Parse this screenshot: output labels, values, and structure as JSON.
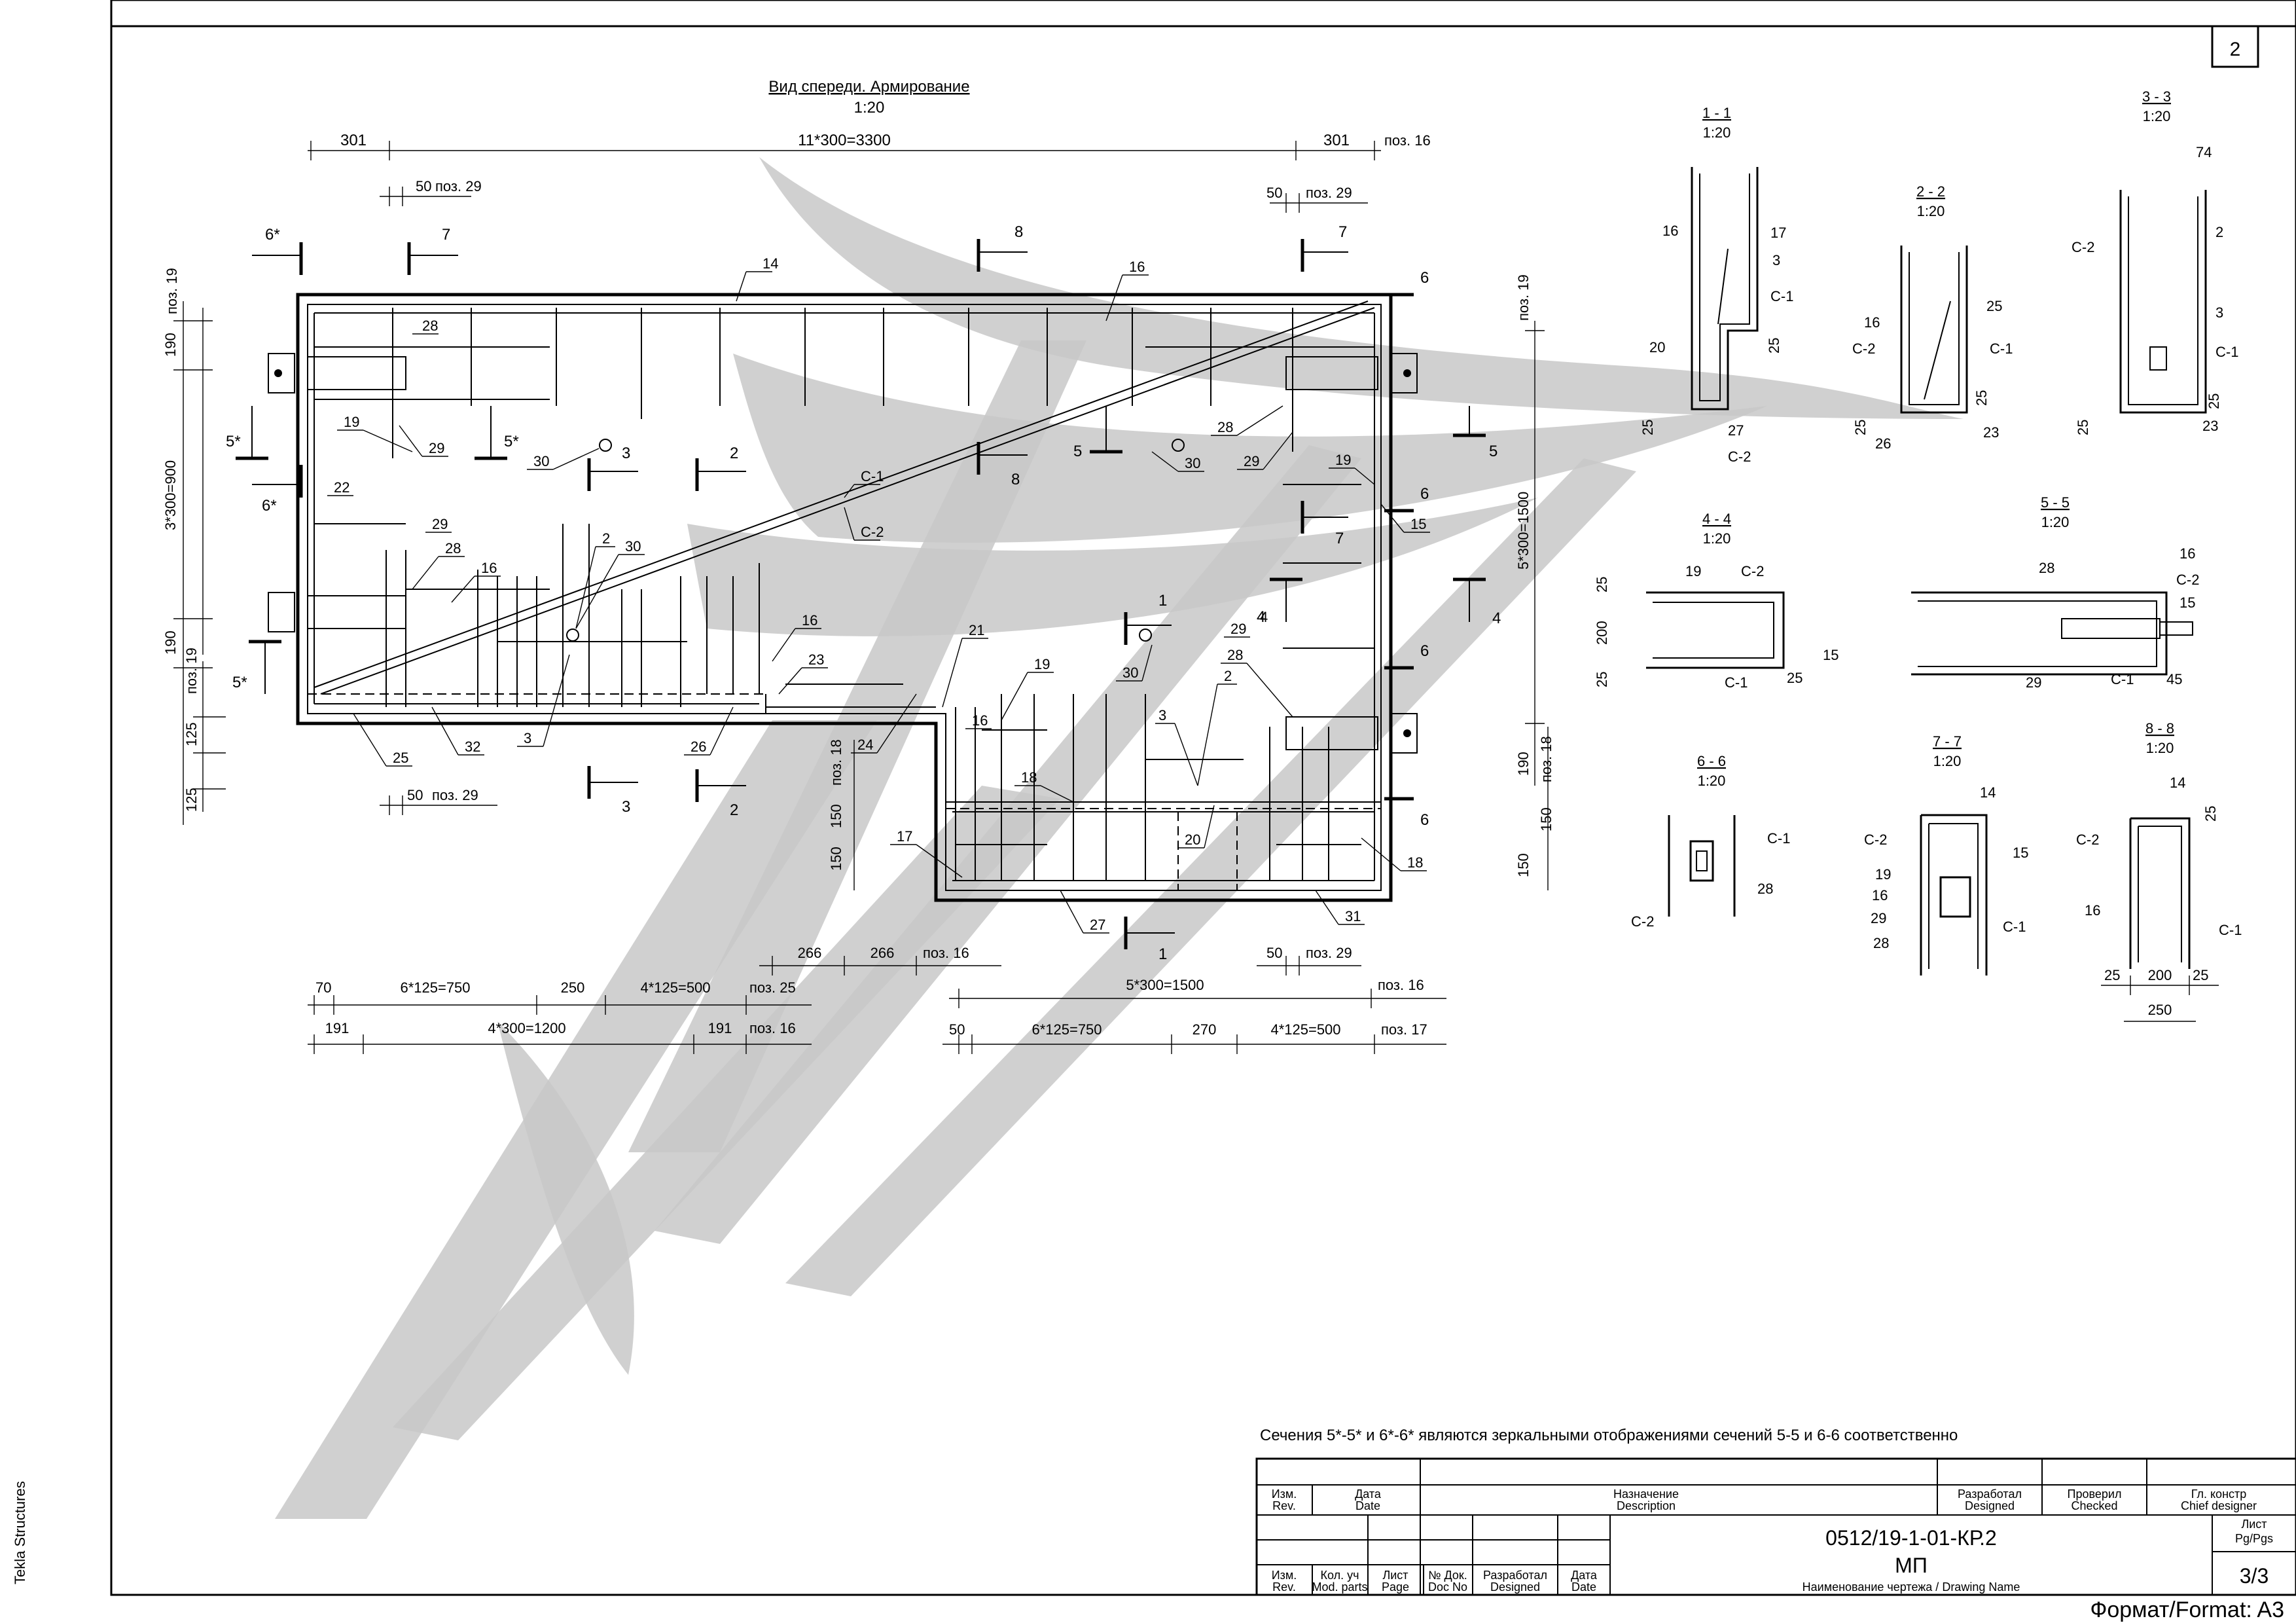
{
  "sheet": {
    "vendor_label": "Tekla Structures",
    "page_number": "2",
    "format_label": "Формат/Format: A3",
    "note": "Сечения 5*-5* и 6*-6* являются зеркальными отображениями сечений 5-5 и 6-6 соответственно"
  },
  "front_view": {
    "title": "Вид спереди. Армирование",
    "scale": "1:20",
    "dim_top": [
      "301",
      "11*300=3300",
      "301",
      "поз. 16"
    ],
    "dim_top2_left": [
      "50",
      "поз. 29"
    ],
    "dim_top2_right": [
      "50",
      "поз. 29"
    ],
    "dim_left": [
      "поз. 19",
      "190",
      "3*300=900",
      "190",
      "поз. 19",
      "125",
      "125"
    ],
    "dim_right": [
      "поз. 19",
      "5*300=1500",
      "190",
      "поз. 18",
      "150",
      "150"
    ],
    "dim_mid_right": [
      "поз. 18",
      "150",
      "150"
    ],
    "dim_bottom_mid": [
      "50",
      "поз. 29"
    ],
    "dim_bottom_left_row1": [
      "70",
      "6*125=750",
      "250",
      "4*125=500",
      "поз. 25"
    ],
    "dim_bottom_left_row2": [
      "191",
      "4*300=1200",
      "191",
      "поз. 16"
    ],
    "dim_bottom_right_row0": [
      "266",
      "266",
      "поз. 16",
      "50",
      "поз. 29"
    ],
    "dim_bottom_right_row1": [
      "5*300=1500",
      "поз. 16"
    ],
    "dim_bottom_right_row2": [
      "50",
      "6*125=750",
      "270",
      "4*125=500",
      "поз. 17"
    ],
    "section_marks": [
      "6*",
      "7",
      "8",
      "7",
      "6",
      "6*",
      "5*",
      "5*",
      "5*",
      "5",
      "5",
      "2",
      "3",
      "8",
      "1",
      "7",
      "6",
      "4",
      "4",
      "6",
      "6",
      "3",
      "2",
      "1"
    ],
    "positions": [
      "14",
      "16",
      "28",
      "19",
      "29",
      "22",
      "29",
      "28",
      "16",
      "2",
      "30",
      "30",
      "3",
      "C-1",
      "C-2",
      "30",
      "28",
      "29",
      "19",
      "15",
      "32",
      "25",
      "26",
      "24",
      "23",
      "21",
      "16",
      "19",
      "16",
      "18",
      "17",
      "27",
      "20",
      "31",
      "18",
      "3",
      "2",
      "28",
      "29",
      "4",
      "30"
    ]
  },
  "sections": [
    {
      "id": "1-1",
      "label": "1 - 1",
      "scale": "1:20",
      "positions": [
        "16",
        "17",
        "3",
        "C-1",
        "20",
        "25",
        "25",
        "27",
        "C-2"
      ]
    },
    {
      "id": "2-2",
      "label": "2 - 2",
      "scale": "1:20",
      "positions": [
        "16",
        "C-2",
        "25",
        "C-1",
        "25",
        "25",
        "26",
        "23"
      ]
    },
    {
      "id": "3-3",
      "label": "3 - 3",
      "scale": "1:20",
      "positions": [
        "74",
        "C-2",
        "2",
        "3",
        "C-1",
        "25",
        "25",
        "23"
      ]
    },
    {
      "id": "4-4",
      "label": "4 - 4",
      "scale": "1:20",
      "positions": [
        "19",
        "C-2",
        "25",
        "200",
        "25",
        "15",
        "C-1",
        "25"
      ]
    },
    {
      "id": "5-5",
      "label": "5 - 5",
      "scale": "1:20",
      "positions": [
        "28",
        "16",
        "C-2",
        "15",
        "29",
        "C-1",
        "45"
      ]
    },
    {
      "id": "6-6",
      "label": "6 - 6",
      "scale": "1:20",
      "positions": [
        "C-1",
        "28",
        "C-2"
      ]
    },
    {
      "id": "7-7",
      "label": "7 - 7",
      "scale": "1:20",
      "positions": [
        "14",
        "C-2",
        "15",
        "19",
        "16",
        "29",
        "28",
        "C-1"
      ]
    },
    {
      "id": "8-8",
      "label": "8 - 8",
      "scale": "1:20",
      "positions": [
        "14",
        "25",
        "C-2",
        "16",
        "C-1",
        "25",
        "200",
        "25",
        "250"
      ]
    }
  ],
  "title_block": {
    "col_rev": "Изм.\nRev.",
    "col_date": "Дата\nDate",
    "col_purpose": "Назначение\nDescription",
    "col_developed": "Разработал\nDesigned",
    "col_checked": "Проверил\nChecked",
    "col_chief": "Гл. констр\nChief designer",
    "h_rev": [
      "Изм.",
      "Rev."
    ],
    "h_qty": [
      "Кол. уч",
      "Mod. parts"
    ],
    "h_sheet": [
      "Лист",
      "Page"
    ],
    "h_docno": [
      "№ Док.",
      "Doc No"
    ],
    "h_dev": [
      "Разработал",
      "Designed"
    ],
    "h_date": [
      "Дата",
      "Date"
    ],
    "top_heads": {
      "rev": [
        "Изм.",
        "Rev."
      ],
      "date": [
        "Дата",
        "Date"
      ],
      "purpose": [
        "Назначение",
        "Description"
      ],
      "designed": [
        "Разработал",
        "Designed"
      ],
      "checked": [
        "Проверил",
        "Checked"
      ],
      "chief": [
        "Гл. констр",
        "Chief designer"
      ]
    },
    "drawing_code": "0512/19-1-01-КР.2",
    "drawing_short": "МП",
    "drawing_name_label": "Наименование чертежа / Drawing Name",
    "sheet_label": [
      "Лист",
      "Pg/Pgs"
    ],
    "sheet_value": "3/3"
  }
}
